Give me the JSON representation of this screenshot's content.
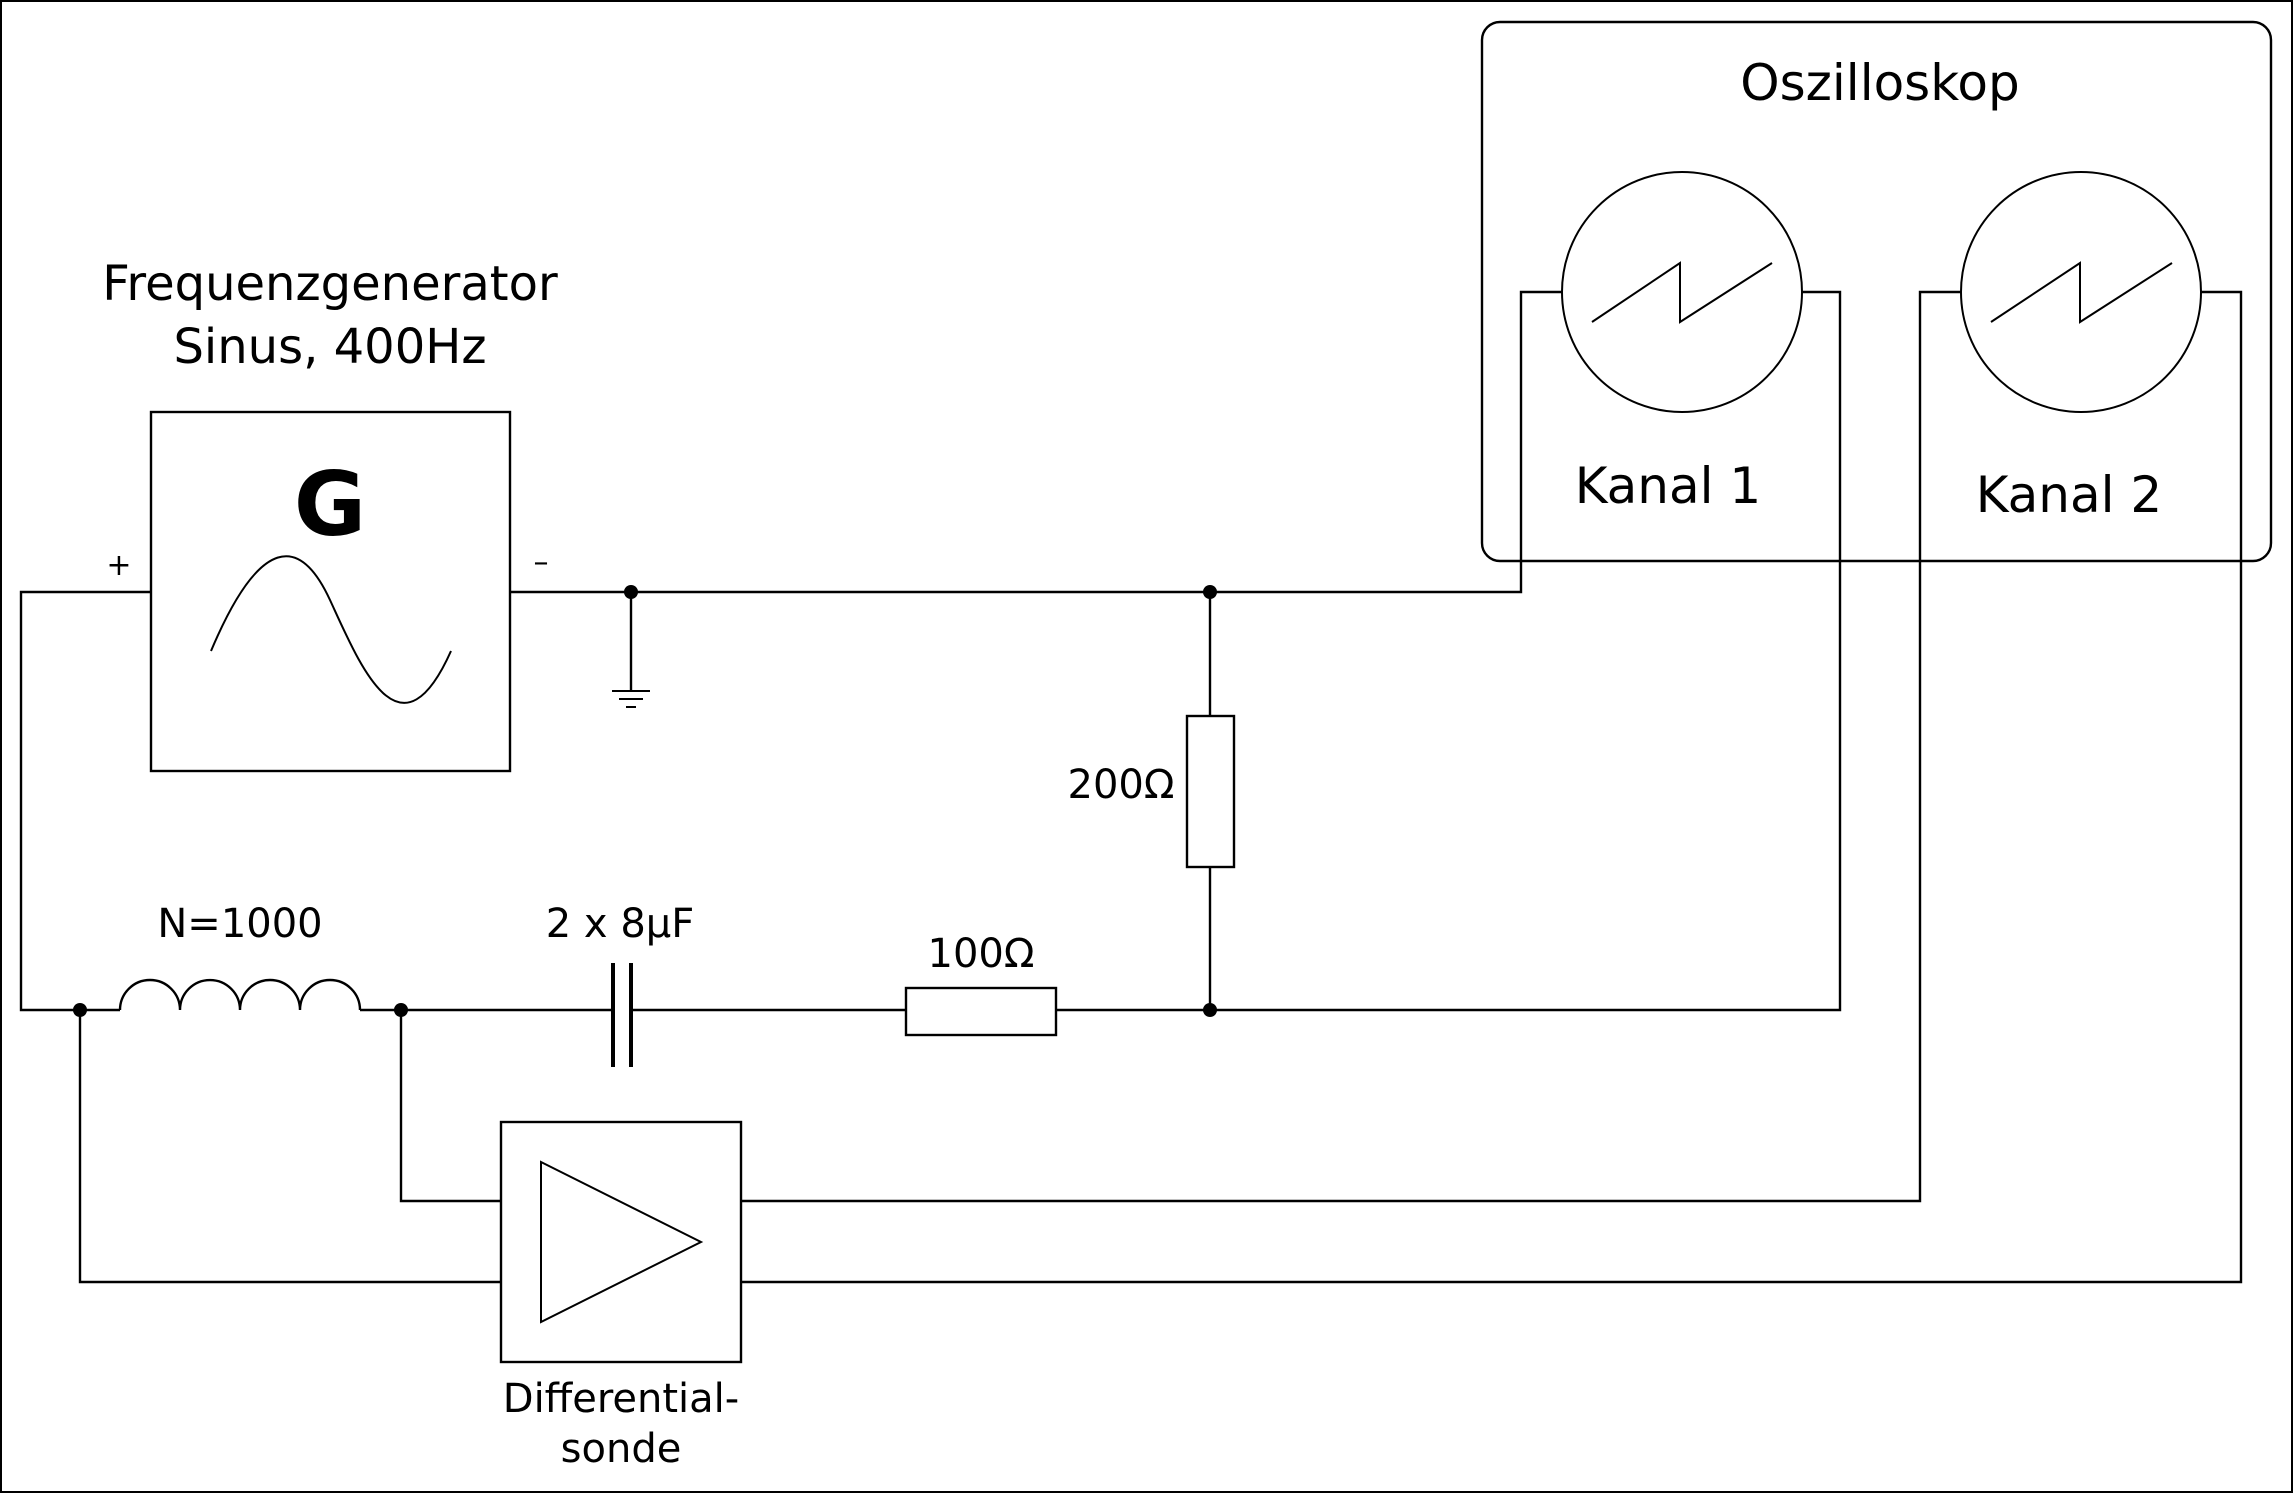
{
  "generator": {
    "title_line1": "Frequenzgenerator",
    "title_line2": "Sinus, 400Hz",
    "symbol": "G",
    "plus": "+",
    "minus": "–",
    "waveform_icon": "sine-wave-icon"
  },
  "oscilloscope": {
    "title": "Oszilloskop",
    "channel1": "Kanal 1",
    "channel2": "Kanal 2",
    "screen_icon": "sawtooth-trace-icon"
  },
  "components": {
    "coil": "N=1000",
    "capacitor": "2 x 8µF",
    "resistor_series": "100Ω",
    "resistor_shunt": "200Ω",
    "probe_line1": "Differential-",
    "probe_line2": "sonde"
  },
  "colors": {
    "line": "#000000",
    "background": "#ffffff"
  }
}
